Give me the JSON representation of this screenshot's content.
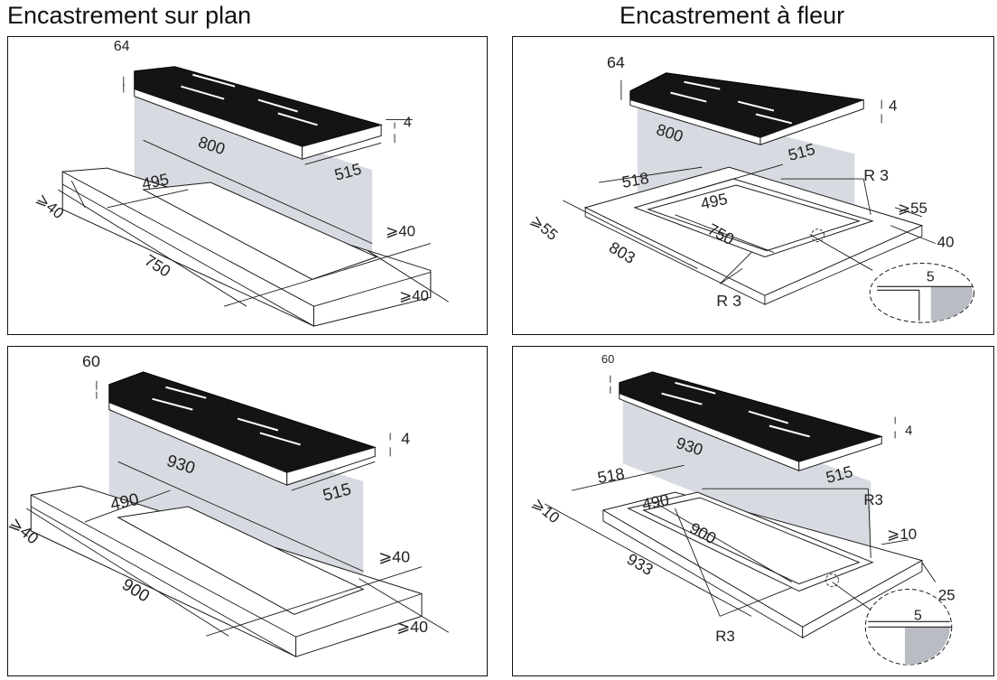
{
  "titles": {
    "left": "Encastrement sur plan",
    "right": "Encastrement à fleur"
  },
  "panels": {
    "p1": {
      "height": "64",
      "thickness": "4",
      "length": "800",
      "depth": "515",
      "cutout_depth": "495",
      "front_gap": "⩾40",
      "cutout_length": "750",
      "side_gap_top": "⩾40",
      "side_gap_bottom": "⩾40"
    },
    "p2": {
      "height": "64",
      "thickness": "4",
      "length": "800",
      "depth": "515",
      "recess_depth": "518",
      "radius_top": "R 3",
      "cutout_depth": "495",
      "front_gap": "⩾55",
      "side_gap": "⩾55",
      "recess_length": "803",
      "cutout_length": "750",
      "side_dim": "40",
      "radius_bottom": "R 3",
      "detail_depth": "5"
    },
    "p3": {
      "height": "60",
      "thickness": "4",
      "length": "930",
      "depth": "515",
      "cutout_depth": "490",
      "front_gap": "⩾40",
      "cutout_length": "900",
      "side_gap_top": "⩾40",
      "side_gap_bottom": "⩾40"
    },
    "p4": {
      "height": "60",
      "thickness": "4",
      "length": "930",
      "depth": "515",
      "recess_depth": "518",
      "radius_top": "R3",
      "front_gap": "⩾10",
      "cutout_depth": "490",
      "cutout_length": "900",
      "side_gap": "⩾10",
      "recess_length": "933",
      "side_dim": "25",
      "radius_bottom": "R3",
      "detail_depth": "5"
    }
  }
}
